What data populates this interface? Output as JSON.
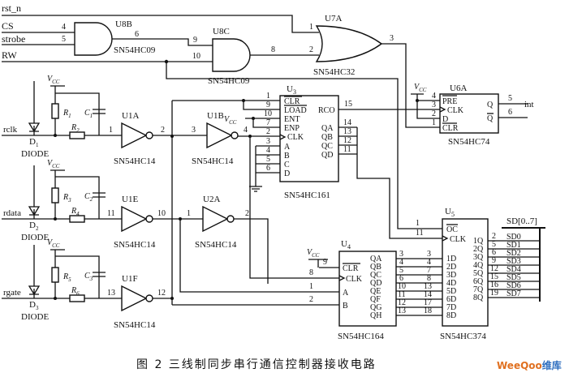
{
  "inputs": {
    "rst_n": "rst_n",
    "cs": "CS",
    "strobe": "strobe",
    "rw": "RW",
    "rclk": "rclk",
    "rdata": "rdata",
    "rgate": "rgate"
  },
  "pins": {
    "cs": "4",
    "strobe": "5",
    "u8b_out": "6",
    "u8c_in_a": "9",
    "u8c_in_b": "10",
    "u8c_out": "8",
    "u7a_in_a": "1",
    "u7a_in_b": "2",
    "u7a_out": "3",
    "rco": "15",
    "u6a_pre": "4",
    "u6a_clk": "3",
    "u6a_d": "2",
    "u6a_clr": "1",
    "u6a_q": "5",
    "u6a_qn": "6",
    "u3_clr": "1",
    "u3_load": "9",
    "u3_ent": "10",
    "u3_enp": "7",
    "u3_clk": "2",
    "u3_a": "3",
    "u3_b": "4",
    "u3_c": "5",
    "u3_d": "6",
    "u3_qa": "14",
    "u3_qb": "13",
    "u3_qc": "12",
    "u3_qd": "11",
    "u1a_in": "1",
    "u1a_out": "2",
    "u1b_in": "3",
    "u1b_out": "4",
    "u1e_in": "11",
    "u1e_out": "10",
    "u2a_in": "1",
    "u2a_out": "2",
    "u1f_in": "13",
    "u1f_out": "12",
    "u5_oc": "1",
    "u5_clk": "11",
    "u4_clr": "9",
    "u4_clk": "8",
    "u4_a": "1",
    "u4_b": "2"
  },
  "u4_q_pins": [
    "3",
    "4",
    "5",
    "6",
    "10",
    "11",
    "12",
    "13"
  ],
  "u5_d_pins": [
    "3",
    "4",
    "7",
    "8",
    "13",
    "14",
    "17",
    "18"
  ],
  "u5_q_pins": [
    "2",
    "5",
    "6",
    "9",
    "12",
    "15",
    "16",
    "19"
  ],
  "gates": {
    "u8b": {
      "ref": "U8B",
      "part": "SN54HC09"
    },
    "u8c": {
      "ref": "U8C",
      "part": "SN54HC09"
    },
    "u7a": {
      "ref": "U7A",
      "part": "SN54HC32"
    },
    "u6a": {
      "ref": "U6A",
      "part": "SN54HC74"
    },
    "u3": {
      "ref": "U",
      "sub": "3",
      "part": "SN54HC161"
    },
    "u1a": {
      "ref": "U1A",
      "part": "SN54HC14"
    },
    "u1b": {
      "ref": "U1B",
      "part": "SN54HC14"
    },
    "u1e": {
      "ref": "U1E",
      "part": "SN54HC14"
    },
    "u2a": {
      "ref": "U2A",
      "part": "SN54HC14"
    },
    "u1f": {
      "ref": "U1F",
      "part": "SN54HC14"
    },
    "u4": {
      "ref": "U",
      "sub": "4",
      "part": "SN54HC164"
    },
    "u5": {
      "ref": "U",
      "sub": "5",
      "part": "SN54HC374"
    }
  },
  "u3_pins": {
    "clr": "CLR",
    "load": "LOAD",
    "ent": "ENT",
    "enp": "ENP",
    "clk": "CLK",
    "a": "A",
    "b": "B",
    "c": "C",
    "d": "D",
    "rco": "RCO",
    "qa": "QA",
    "qb": "QB",
    "qc": "QC",
    "qd": "QD"
  },
  "u6a_pins": {
    "pre": "PRE",
    "clk": "CLK",
    "d": "D",
    "clr": "CLR",
    "q": "Q",
    "qn": "Q"
  },
  "u4_pins": {
    "clr": "CLR",
    "clk": "CLK",
    "a": "A",
    "b": "B",
    "q": [
      "QA",
      "QB",
      "QC",
      "QD",
      "QE",
      "QF",
      "QG",
      "QH"
    ]
  },
  "u5_pins": {
    "oc": "OC",
    "clk": "CLK",
    "d": [
      "1D",
      "2D",
      "3D",
      "4D",
      "5D",
      "6D",
      "7D",
      "8D"
    ],
    "q": [
      "1Q",
      "2Q",
      "3Q",
      "4Q",
      "5Q",
      "6Q",
      "7Q",
      "8Q"
    ]
  },
  "bus": {
    "label": "SD[0..7]",
    "signals": [
      "SD0",
      "SD1",
      "SD2",
      "SD3",
      "SD4",
      "SD5",
      "SD6",
      "SD7"
    ]
  },
  "int_label": "int",
  "vcc": {
    "v": "V",
    "sub": "CC"
  },
  "diodes": {
    "d1": "D",
    "d1_sub": "1",
    "d2": "D",
    "d2_sub": "2",
    "d3": "D",
    "d3_sub": "3",
    "type": "DIODE"
  },
  "resistors": {
    "r1": "R",
    "r1_sub": "1",
    "r2": "R",
    "r2_sub": "2",
    "r3": "R",
    "r3_sub": "3",
    "r4": "R",
    "r4_sub": "4",
    "r5": "R",
    "r5_sub": "5",
    "r6": "R",
    "r6_sub": "6"
  },
  "capacitors": {
    "c1": "C",
    "c1_sub": "1",
    "c2": "C",
    "c2_sub": "2",
    "c3": "C",
    "c3_sub": "3"
  },
  "caption": "图 2   三线制同步串行通信控制器接收电路",
  "watermark": {
    "brand": "WeeQoo",
    "suffix": "维库"
  }
}
